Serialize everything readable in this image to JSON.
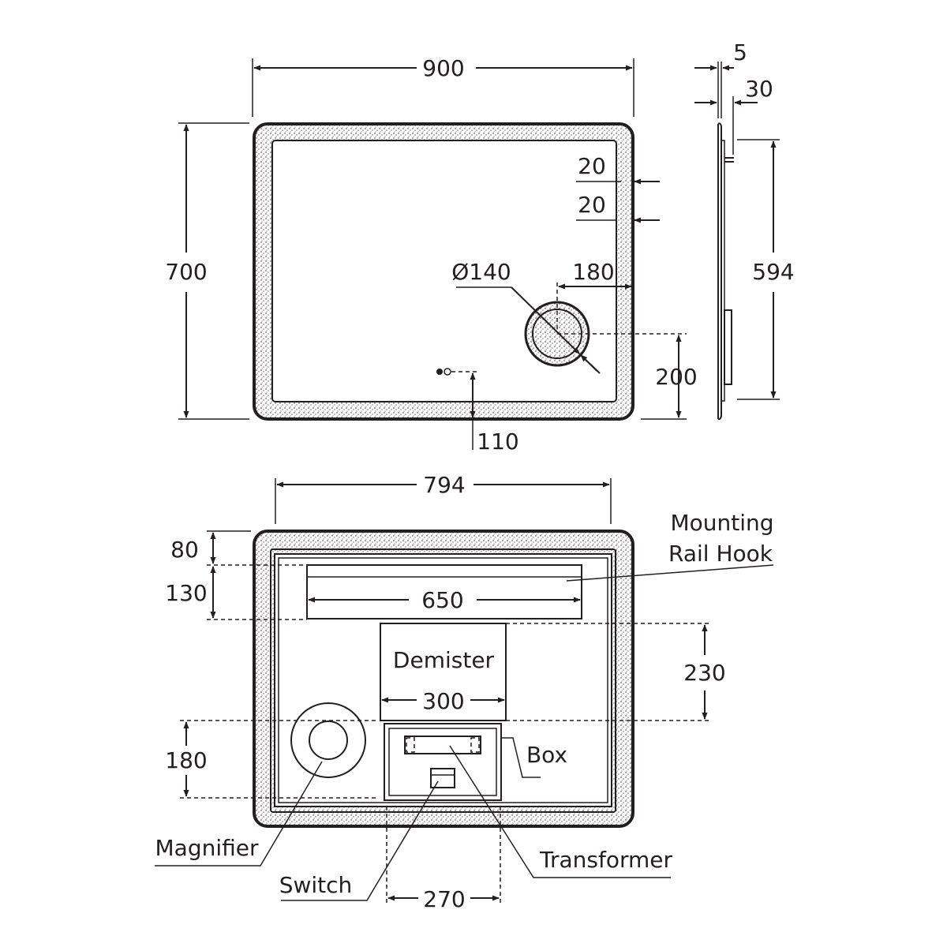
{
  "front_view": {
    "overall_width": "900",
    "overall_height": "700",
    "border_inset_top": "20",
    "border_inset_second": "20",
    "magnifier_diameter": "Ø140",
    "magnifier_offset_right": "180",
    "magnifier_offset_bottom": "200",
    "switch_offset_bottom": "110"
  },
  "side_view": {
    "glass_thickness": "5",
    "total_depth": "30",
    "rail_height": "594"
  },
  "rear_view": {
    "inner_width": "794",
    "top_offset": "80",
    "rail_zone_height": "130",
    "rail_length": "650",
    "demister_height": "230",
    "demister_width": "300",
    "magnifier_zone_height": "180",
    "box_width": "270"
  },
  "labels": {
    "mounting_rail_hook_line1": "Mounting",
    "mounting_rail_hook_line2": "Rail Hook",
    "demister": "Demister",
    "box": "Box",
    "magnifier": "Magnifier",
    "switch": "Switch",
    "transformer": "Transformer"
  }
}
